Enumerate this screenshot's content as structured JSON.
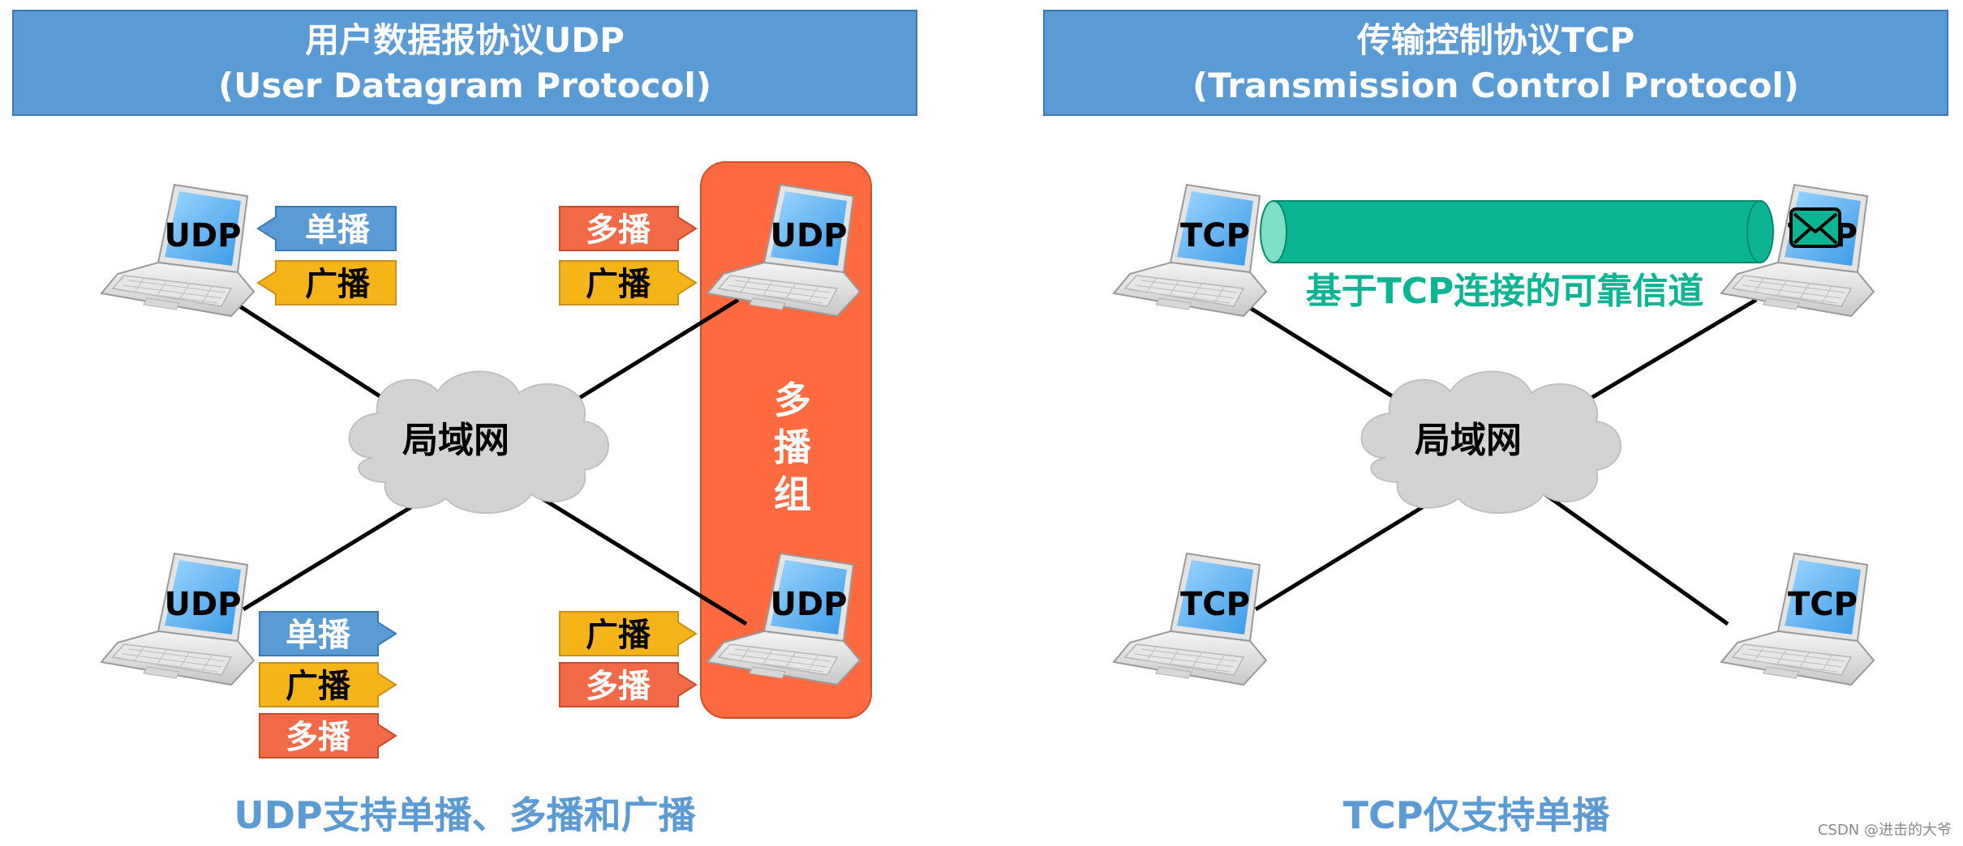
{
  "udp": {
    "title_line1": "用户数据报协议UDP",
    "title_line2": "(User Datagram Protocol)",
    "lan": "局域网",
    "group": "多\n播\n组",
    "group_chars": [
      "多",
      "播",
      "组"
    ],
    "caption": "UDP支持单播、多播和广播",
    "host_label": "UDP",
    "tags": {
      "unicast": "单播",
      "broadcast": "广播",
      "multicast": "多播"
    }
  },
  "tcp": {
    "title_line1": "传输控制协议TCP",
    "title_line2": "(Transmission Control Protocol)",
    "lan": "局域网",
    "channel": "基于TCP连接的可靠信道",
    "caption": "TCP仅支持单播",
    "host_label": "TCP"
  },
  "watermark": "CSDN @进击的大爷",
  "colors": {
    "header_bg": "#5b9bd5",
    "unicast": "#5b9bd5",
    "broadcast": "#f5b417",
    "multicast": "#f26a48",
    "group_bg": "#ff6a40",
    "channel": "#0bb594",
    "caption": "#5b9bd5"
  },
  "icons": [
    "laptop-icon",
    "cloud-icon",
    "envelope-icon"
  ]
}
